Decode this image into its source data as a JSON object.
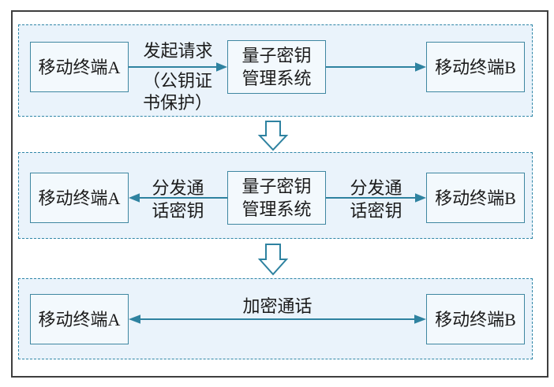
{
  "diagram": {
    "type": "flowchart",
    "colors": {
      "accent_teal": "#2e82a0",
      "box_border": "#3f87a1",
      "panel_border": "#2f86a7",
      "panel_background": "#eaf3fb",
      "box_background": "#f3f9fd",
      "outer_frame": "#3e3e3e",
      "text": "#1b1b1b",
      "block_arrow_fill": "#ffffff"
    },
    "icons": {
      "stage_transition_1": "down-block-arrow",
      "stage_transition_2": "down-block-arrow",
      "connector_arrowhead": "solid-triangle"
    },
    "stage1": {
      "terminal_a": "移动终端A",
      "qkms_line1": "量子密钥",
      "qkms_line2": "管理系统",
      "terminal_b": "移动终端B",
      "request_label": "发起请求",
      "request_note_line1": "（公钥证",
      "request_note_line2": "书保护）"
    },
    "stage2": {
      "terminal_a": "移动终端A",
      "qkms_line1": "量子密钥",
      "qkms_line2": "管理系统",
      "terminal_b": "移动终端B",
      "left_label_line1": "分发通",
      "left_label_line2": "话密钥",
      "right_label_line1": "分发通",
      "right_label_line2": "话密钥"
    },
    "stage3": {
      "terminal_a": "移动终端A",
      "terminal_b": "移动终端B",
      "call_label": "加密通话"
    }
  }
}
